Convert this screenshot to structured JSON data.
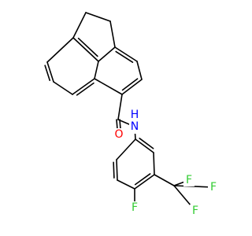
{
  "molecule": {
    "atom_labels": {
      "oxygen": "O",
      "nitrogen_hydrogen": "H",
      "nitrogen": "N",
      "fluorine_aryl": "F",
      "fluorine_cf3_top": "F",
      "fluorine_cf3_right": "F",
      "fluorine_cf3_bottom": "F"
    },
    "colors": {
      "bond": "#000000",
      "oxygen": "#ff0000",
      "nitrogen": "#0000ff",
      "fluorine": "#33cc33"
    }
  }
}
